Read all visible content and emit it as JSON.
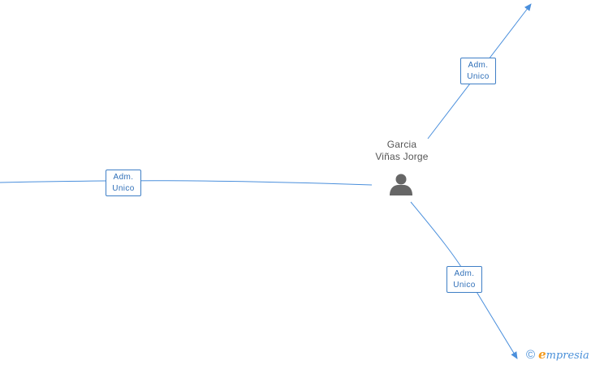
{
  "person": {
    "name_line1": "Garcia",
    "name_line2": "Viñas Jorge"
  },
  "relations": [
    {
      "role_line1": "Adm.",
      "role_line2": "Unico"
    },
    {
      "role_line1": "Adm.",
      "role_line2": "Unico"
    },
    {
      "role_line1": "Adm.",
      "role_line2": "Unico"
    }
  ],
  "watermark": {
    "symbol": "©",
    "brand_initial": "e",
    "brand_rest": "mpresia"
  },
  "colors": {
    "edge": "#4a8fdc",
    "role_border": "#3f7fc6",
    "person_icon": "#666666",
    "brand_accent": "#f39a1e"
  }
}
